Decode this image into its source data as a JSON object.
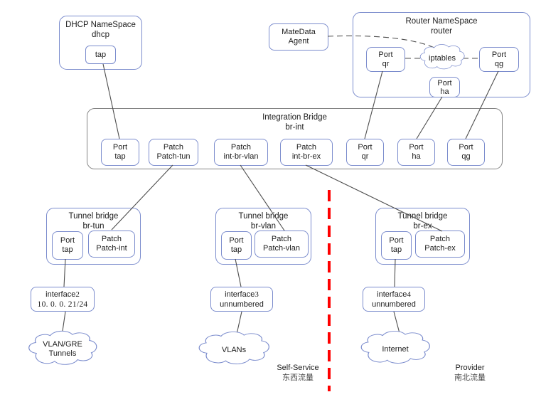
{
  "colors": {
    "box_border_blue": "#7b8ccd",
    "bridge_border_gray": "#848484",
    "connector_line": "#4d4d4d",
    "divider_red": "#ff0000"
  },
  "dhcp_namespace": {
    "title": "DHCP NameSpace",
    "name": "dhcp",
    "tap_port": "tap"
  },
  "metadata_agent": {
    "line1": "MateData",
    "line2": "Agent"
  },
  "router_namespace": {
    "title": "Router NameSpace",
    "name": "router",
    "port_qr": {
      "line1": "Port",
      "line2": "qr"
    },
    "iptables_label": "iptables",
    "port_qg": {
      "line1": "Port",
      "line2": "qg"
    },
    "port_ha": {
      "line1": "Port",
      "line2": "ha"
    }
  },
  "integration_bridge": {
    "title": "Integration Bridge",
    "name": "br-int",
    "ports": [
      {
        "line1": "Port",
        "line2": "tap"
      },
      {
        "line1": "Patch",
        "line2": "Patch-tun"
      },
      {
        "line1": "Patch",
        "line2": "int-br-vlan"
      },
      {
        "line1": "Patch",
        "line2": "int-br-ex"
      },
      {
        "line1": "Port",
        "line2": "qr"
      },
      {
        "line1": "Port",
        "line2": "ha"
      },
      {
        "line1": "Port",
        "line2": "qg"
      }
    ]
  },
  "tunnel_bridges": [
    {
      "title": "Tunnel bridge",
      "name": "br-tun",
      "port": {
        "line1": "Port",
        "line2": "tap"
      },
      "patch": {
        "line1": "Patch",
        "line2": "Patch-int"
      }
    },
    {
      "title": "Tunnel bridge",
      "name": "br-vlan",
      "port": {
        "line1": "Port",
        "line2": "tap"
      },
      "patch": {
        "line1": "Patch",
        "line2": "Patch-vlan"
      }
    },
    {
      "title": "Tunnel bridge",
      "name": "br-ex",
      "port": {
        "line1": "Port",
        "line2": "tap"
      },
      "patch": {
        "line1": "Patch",
        "line2": "Patch-ex"
      }
    }
  ],
  "interfaces": [
    {
      "label": "interface",
      "num": "2",
      "detail": "10. 0. 0. 21/24"
    },
    {
      "label": "interface",
      "num": "3",
      "detail": "unnumbered"
    },
    {
      "label": "interface",
      "num": "4",
      "detail": "unnumbered"
    }
  ],
  "clouds": [
    {
      "line1": "VLAN/GRE",
      "line2": "Tunnels"
    },
    {
      "line1": "VLANs"
    },
    {
      "line1": "Internet"
    }
  ],
  "region_labels": {
    "self_service": {
      "en": "Self-Service",
      "zh": "东西流量"
    },
    "provider": {
      "en": "Provider",
      "zh": "南北流量"
    }
  }
}
